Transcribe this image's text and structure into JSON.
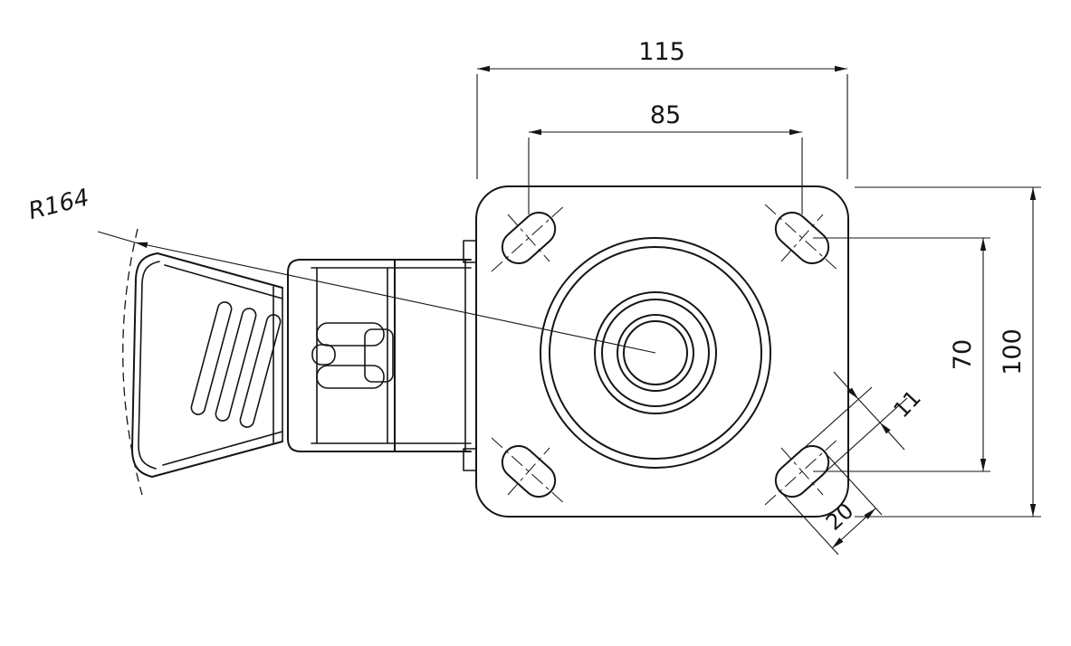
{
  "drawing": {
    "dimensions": {
      "overall_width": "115",
      "bolt_hole_spacing_horizontal": "85",
      "overall_height": "100",
      "bolt_hole_spacing_vertical": "70",
      "slot_width": "11",
      "slot_length": "20",
      "pedal_swing_radius": "R164"
    },
    "colors": {
      "line": "#151515",
      "background": "#ffffff"
    }
  }
}
